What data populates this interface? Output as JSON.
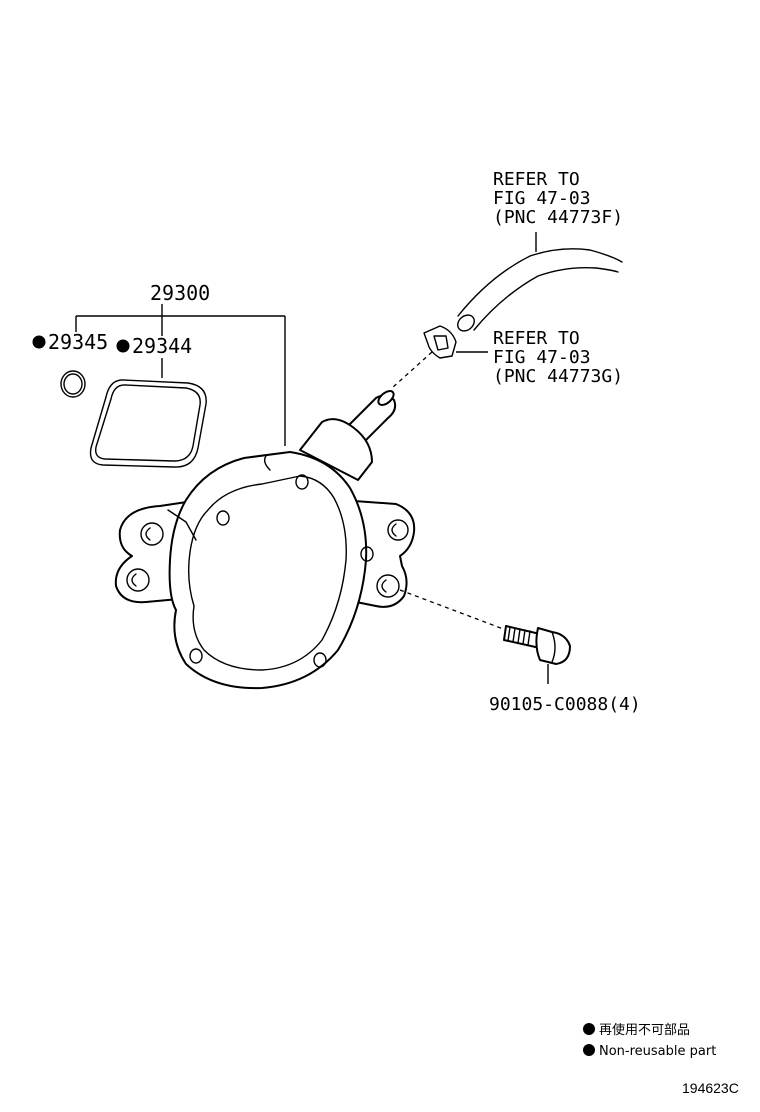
{
  "parts": {
    "assembly": "29300",
    "oring": "29345",
    "gasket": "29344",
    "bolt": "90105-C0088(4)"
  },
  "refs": {
    "hose": [
      "REFER TO",
      "FIG 47-03",
      "(PNC 44773F)"
    ],
    "clip": [
      "REFER TO",
      "FIG 47-03",
      "(PNC 44773G)"
    ]
  },
  "legend": {
    "jp": "再使用不可部品",
    "en": "Non-reusable part"
  },
  "figure_id": "194623C"
}
